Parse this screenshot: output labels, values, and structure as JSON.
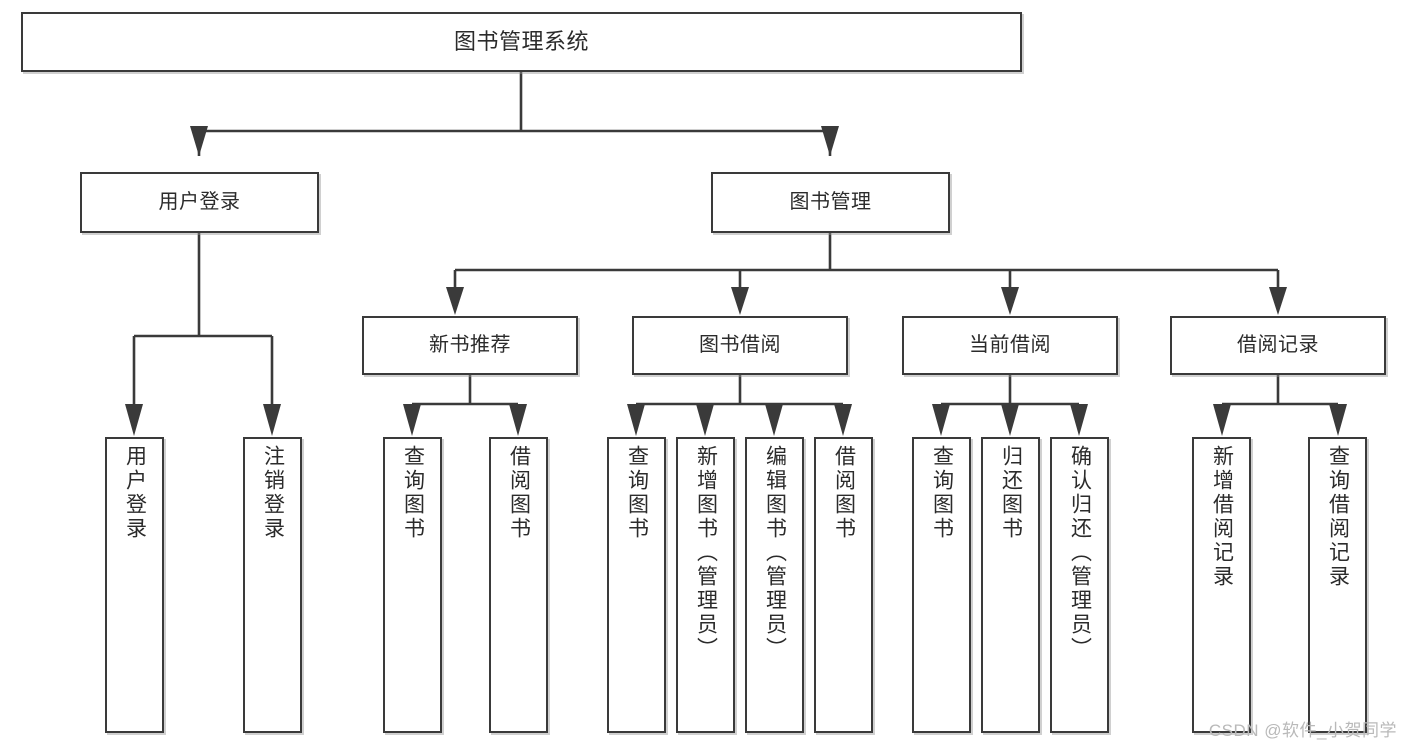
{
  "diagram": {
    "title": "图书管理系统",
    "watermark": "CSDN @软件_小贺同学",
    "line_color": "#3a3a3a",
    "box_fill": "#ffffff",
    "box_border": "#3a3a3a",
    "text_color": "#2b2b2b",
    "root": {
      "label": "图书管理系统"
    },
    "level2": [
      {
        "label": "用户登录"
      },
      {
        "label": "图书管理"
      }
    ],
    "level3": [
      {
        "label": "新书推荐"
      },
      {
        "label": "图书借阅"
      },
      {
        "label": "当前借阅"
      },
      {
        "label": "借阅记录"
      }
    ],
    "leaves": {
      "user_login": [
        {
          "label": "用户登录"
        },
        {
          "label": "注销登录"
        }
      ],
      "new_book": [
        {
          "label": "查询图书"
        },
        {
          "label": "借阅图书"
        }
      ],
      "book_borrow": [
        {
          "label": "查询图书"
        },
        {
          "label": "新增图书（管理员）"
        },
        {
          "label": "编辑图书（管理员）"
        },
        {
          "label": "借阅图书"
        }
      ],
      "current_borrow": [
        {
          "label": "查询图书"
        },
        {
          "label": "归还图书"
        },
        {
          "label": "确认归还（管理员）"
        }
      ],
      "borrow_record": [
        {
          "label": "新增借阅记录"
        },
        {
          "label": "查询借阅记录"
        }
      ]
    }
  }
}
